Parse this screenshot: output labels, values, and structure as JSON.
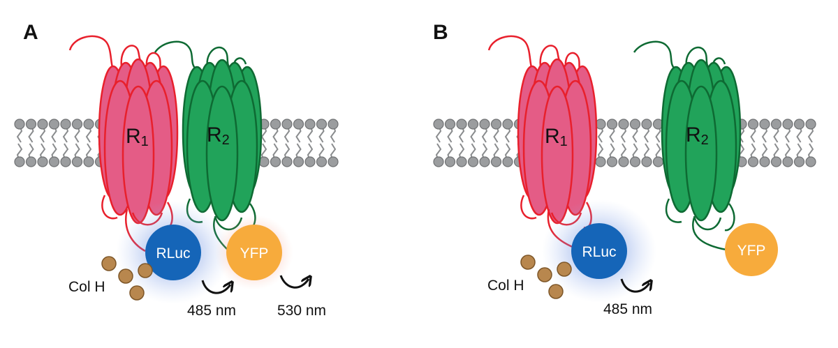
{
  "panels": [
    {
      "letter": "A",
      "receptor1": {
        "main": "R",
        "sub": "1"
      },
      "receptor2": {
        "main": "R",
        "sub": "2"
      },
      "donor_label": "RLuc",
      "acceptor_label": "YFP",
      "substrate_label": "Col H",
      "emission_donor": "485 nm",
      "emission_acceptor": "530 nm"
    },
    {
      "letter": "B",
      "receptor1": {
        "main": "R",
        "sub": "1"
      },
      "receptor2": {
        "main": "R",
        "sub": "2"
      },
      "donor_label": "RLuc",
      "acceptor_label": "YFP",
      "substrate_label": "Col H",
      "emission_donor": "485 nm"
    }
  ],
  "colors": {
    "receptor1_fill": "#e45c86",
    "receptor1_stroke": "#e8202c",
    "receptor2_fill": "#21a35a",
    "receptor2_stroke": "#0e6a33",
    "donor": "#1565b8",
    "acceptor": "#f7ab3c",
    "substrate": "#b8874e",
    "lipid": "#8a8c8e"
  }
}
